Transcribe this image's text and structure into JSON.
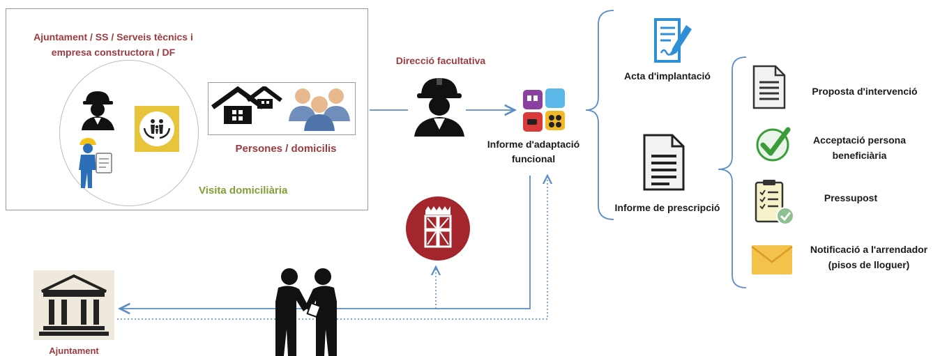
{
  "colors": {
    "connector": "#5b8cc7",
    "title_red": "#9e3a3f",
    "label_green": "#7fa035",
    "seal_red": "#a3262c",
    "check_green": "#3a9d3a",
    "envelope": "#f3c24b"
  },
  "visit_box": {
    "title": "Ajuntament / SS / Serveis tècnics i empresa constructora / DF",
    "people_label": "Persones / domicilis",
    "visit_label": "Visita domiciliària",
    "icons": [
      "worker-helmet-icon",
      "engineer-clipboard-icon",
      "family-care-badge-icon",
      "houses-icon",
      "people-group-icon"
    ]
  },
  "direccio": {
    "label": "Direcció facultativa",
    "icon": "worker-helmet-icon"
  },
  "informe_adaptacio": {
    "label": "Informe d'adaptació funcional",
    "icon": "app-logo-icon"
  },
  "outputs": [
    {
      "label": "Acta d'implantació",
      "icon": "signed-document-icon"
    },
    {
      "label": "Informe de prescripció",
      "icon": "document-icon"
    }
  ],
  "prescripcio_items": [
    {
      "label": "Proposta d'intervenció",
      "icon": "document-icon"
    },
    {
      "label": "Acceptació persona beneficiària",
      "icon": "check-icon"
    },
    {
      "label": "Pressupost",
      "icon": "checklist-clipboard-icon"
    },
    {
      "label": "Notificació a l'arrendador (pisos de lloguer)",
      "icon": "envelope-icon"
    }
  ],
  "ajuntament": {
    "label": "Ajuntament",
    "icon": "town-hall-icon"
  },
  "center": {
    "icons": [
      "handshake-icon",
      "generalitat-seal-icon"
    ]
  }
}
